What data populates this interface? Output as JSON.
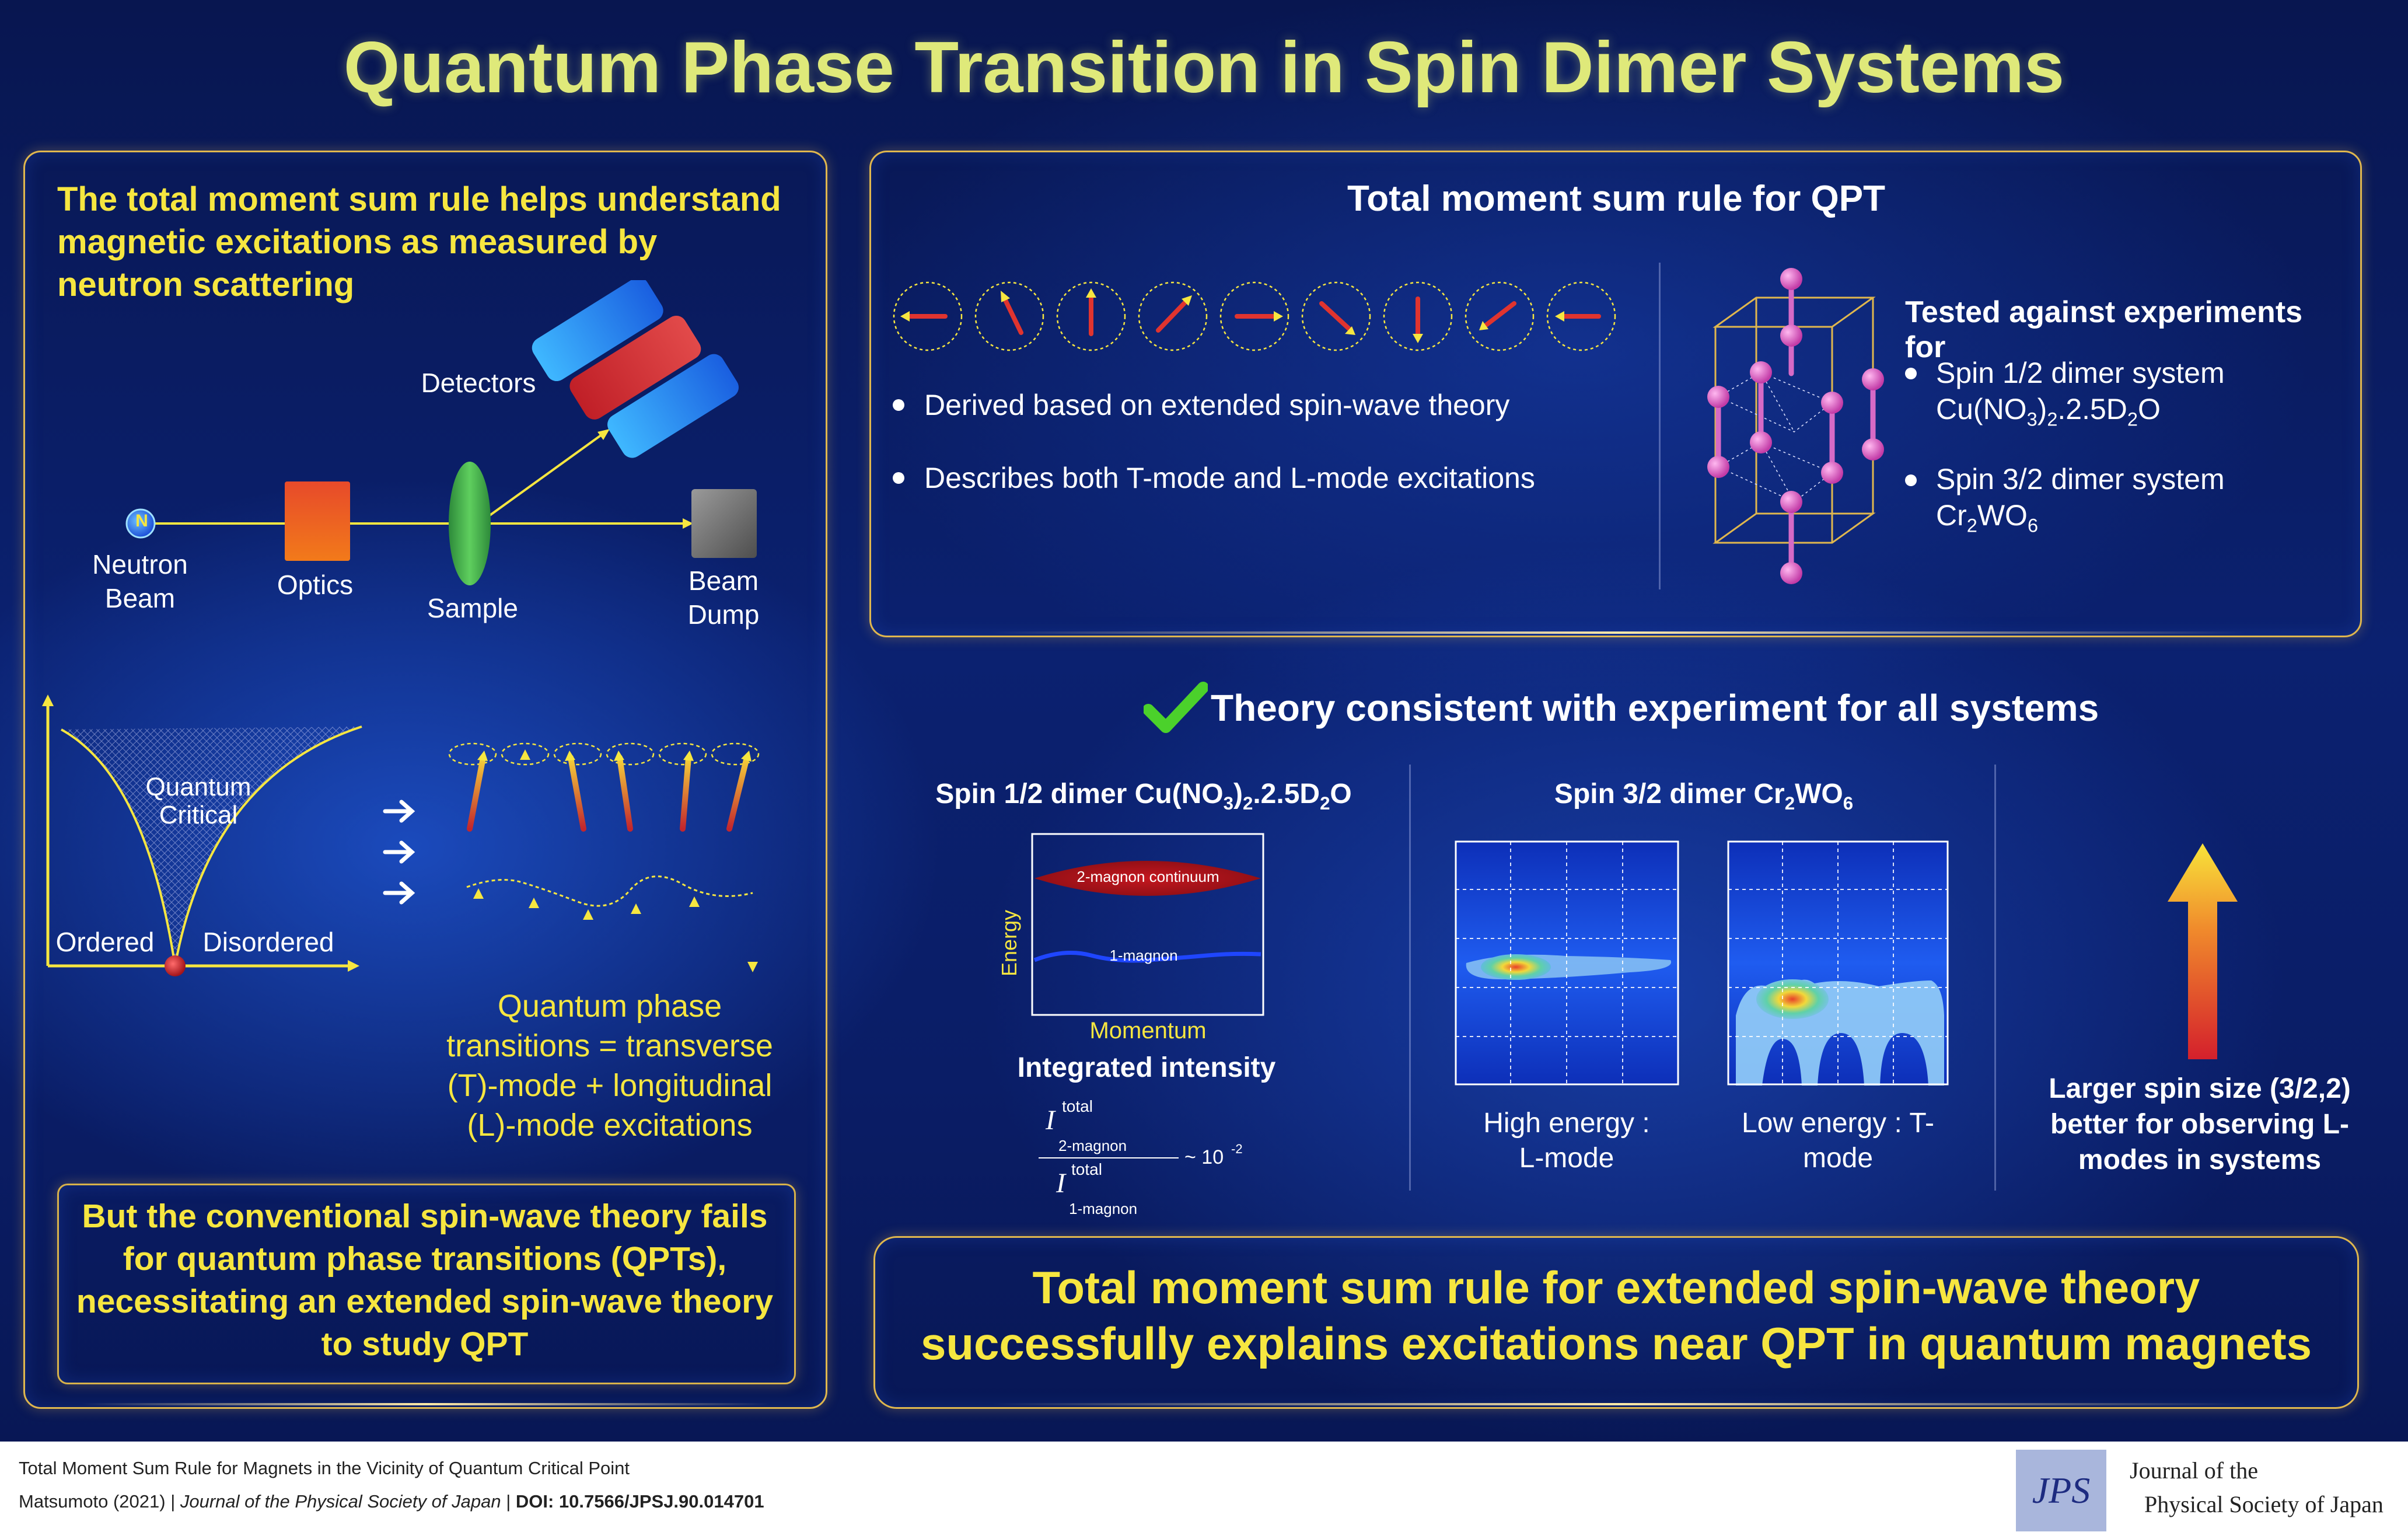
{
  "title": "Quantum Phase Transition in Spin Dimer Systems",
  "left_panel": {
    "intro": "The total moment sum rule helps understand magnetic excitations as measured by neutron scattering",
    "diagram": {
      "neutron_badge": "N",
      "neutron_beam": "Neutron Beam",
      "optics": "Optics",
      "sample": "Sample",
      "detectors": "Detectors",
      "beam_dump": "Beam Dump"
    },
    "phase": {
      "quantum_critical": "Quantum Critical",
      "ordered": "Ordered",
      "disordered": "Disordered"
    },
    "qpt_text": "Quantum phase transitions = transverse (T)-mode + longitudinal (L)-mode excitations",
    "bottom_box": "But the conventional spin-wave theory fails for quantum phase transitions (QPTs), necessitating an extended spin-wave theory to study QPT"
  },
  "top_right": {
    "heading": "Total moment sum rule for QPT",
    "bullets": [
      "Derived based on extended spin-wave theory",
      "Describes both T-mode and L-mode excitations"
    ],
    "tested_heading": "Tested against experiments for",
    "tested": [
      {
        "line1": "Spin 1/2 dimer system",
        "line2_html": "Cu(NO<sub>3</sub>)<sub>2</sub>.2.5D<sub>2</sub>O"
      },
      {
        "line1": "Spin 3/2 dimer system",
        "line2_html": "Cr<sub>2</sub>WO<sub>6</sub>"
      }
    ]
  },
  "middle": {
    "check_text": "Theory consistent with experiment for all systems",
    "spin_half_title_html": "Spin 1/2 dimer Cu(NO<sub>3</sub>)<sub>2</sub>.2.5D<sub>2</sub>O",
    "continuum_label": "2-magnon continuum",
    "one_magnon_label": "1-magnon",
    "energy_label": "Energy",
    "momentum_label": "Momentum",
    "integrated_intensity": "Integrated intensity",
    "formula": {
      "I": "I",
      "total": "total",
      "two_magnon": "2-magnon",
      "one_magnon": "1-magnon",
      "approx": "~ 10",
      "exponent": "-2"
    },
    "spin_three_half_title_html": "Spin 3/2 dimer Cr<sub>2</sub>WO<sub>6</sub>",
    "high_energy": "High energy : L-mode",
    "low_energy": "Low energy : T-mode",
    "larger_spin": "Larger spin size (3/2,2) better for observing L-modes in systems"
  },
  "conclusion": "Total moment sum rule for extended spin-wave theory successfully explains excitations near QPT in quantum magnets",
  "footer": {
    "paper_title": "Total Moment Sum Rule for Magnets in the Vicinity of Quantum Critical Point",
    "author_year": "Matsumoto (2021)",
    "journal_italic": "Journal of the Physical Society of Japan",
    "doi": "DOI: 10.7566/JPSJ.90.014701",
    "logo_text": "JPS",
    "journal_line1": "Journal of the",
    "journal_line2": "Physical Society of Japan"
  },
  "colors": {
    "accent_yellow": "#f6e640",
    "title_yellow": "#dfe97a",
    "panel_border": "#e0b74e",
    "background": "#0b2170"
  }
}
